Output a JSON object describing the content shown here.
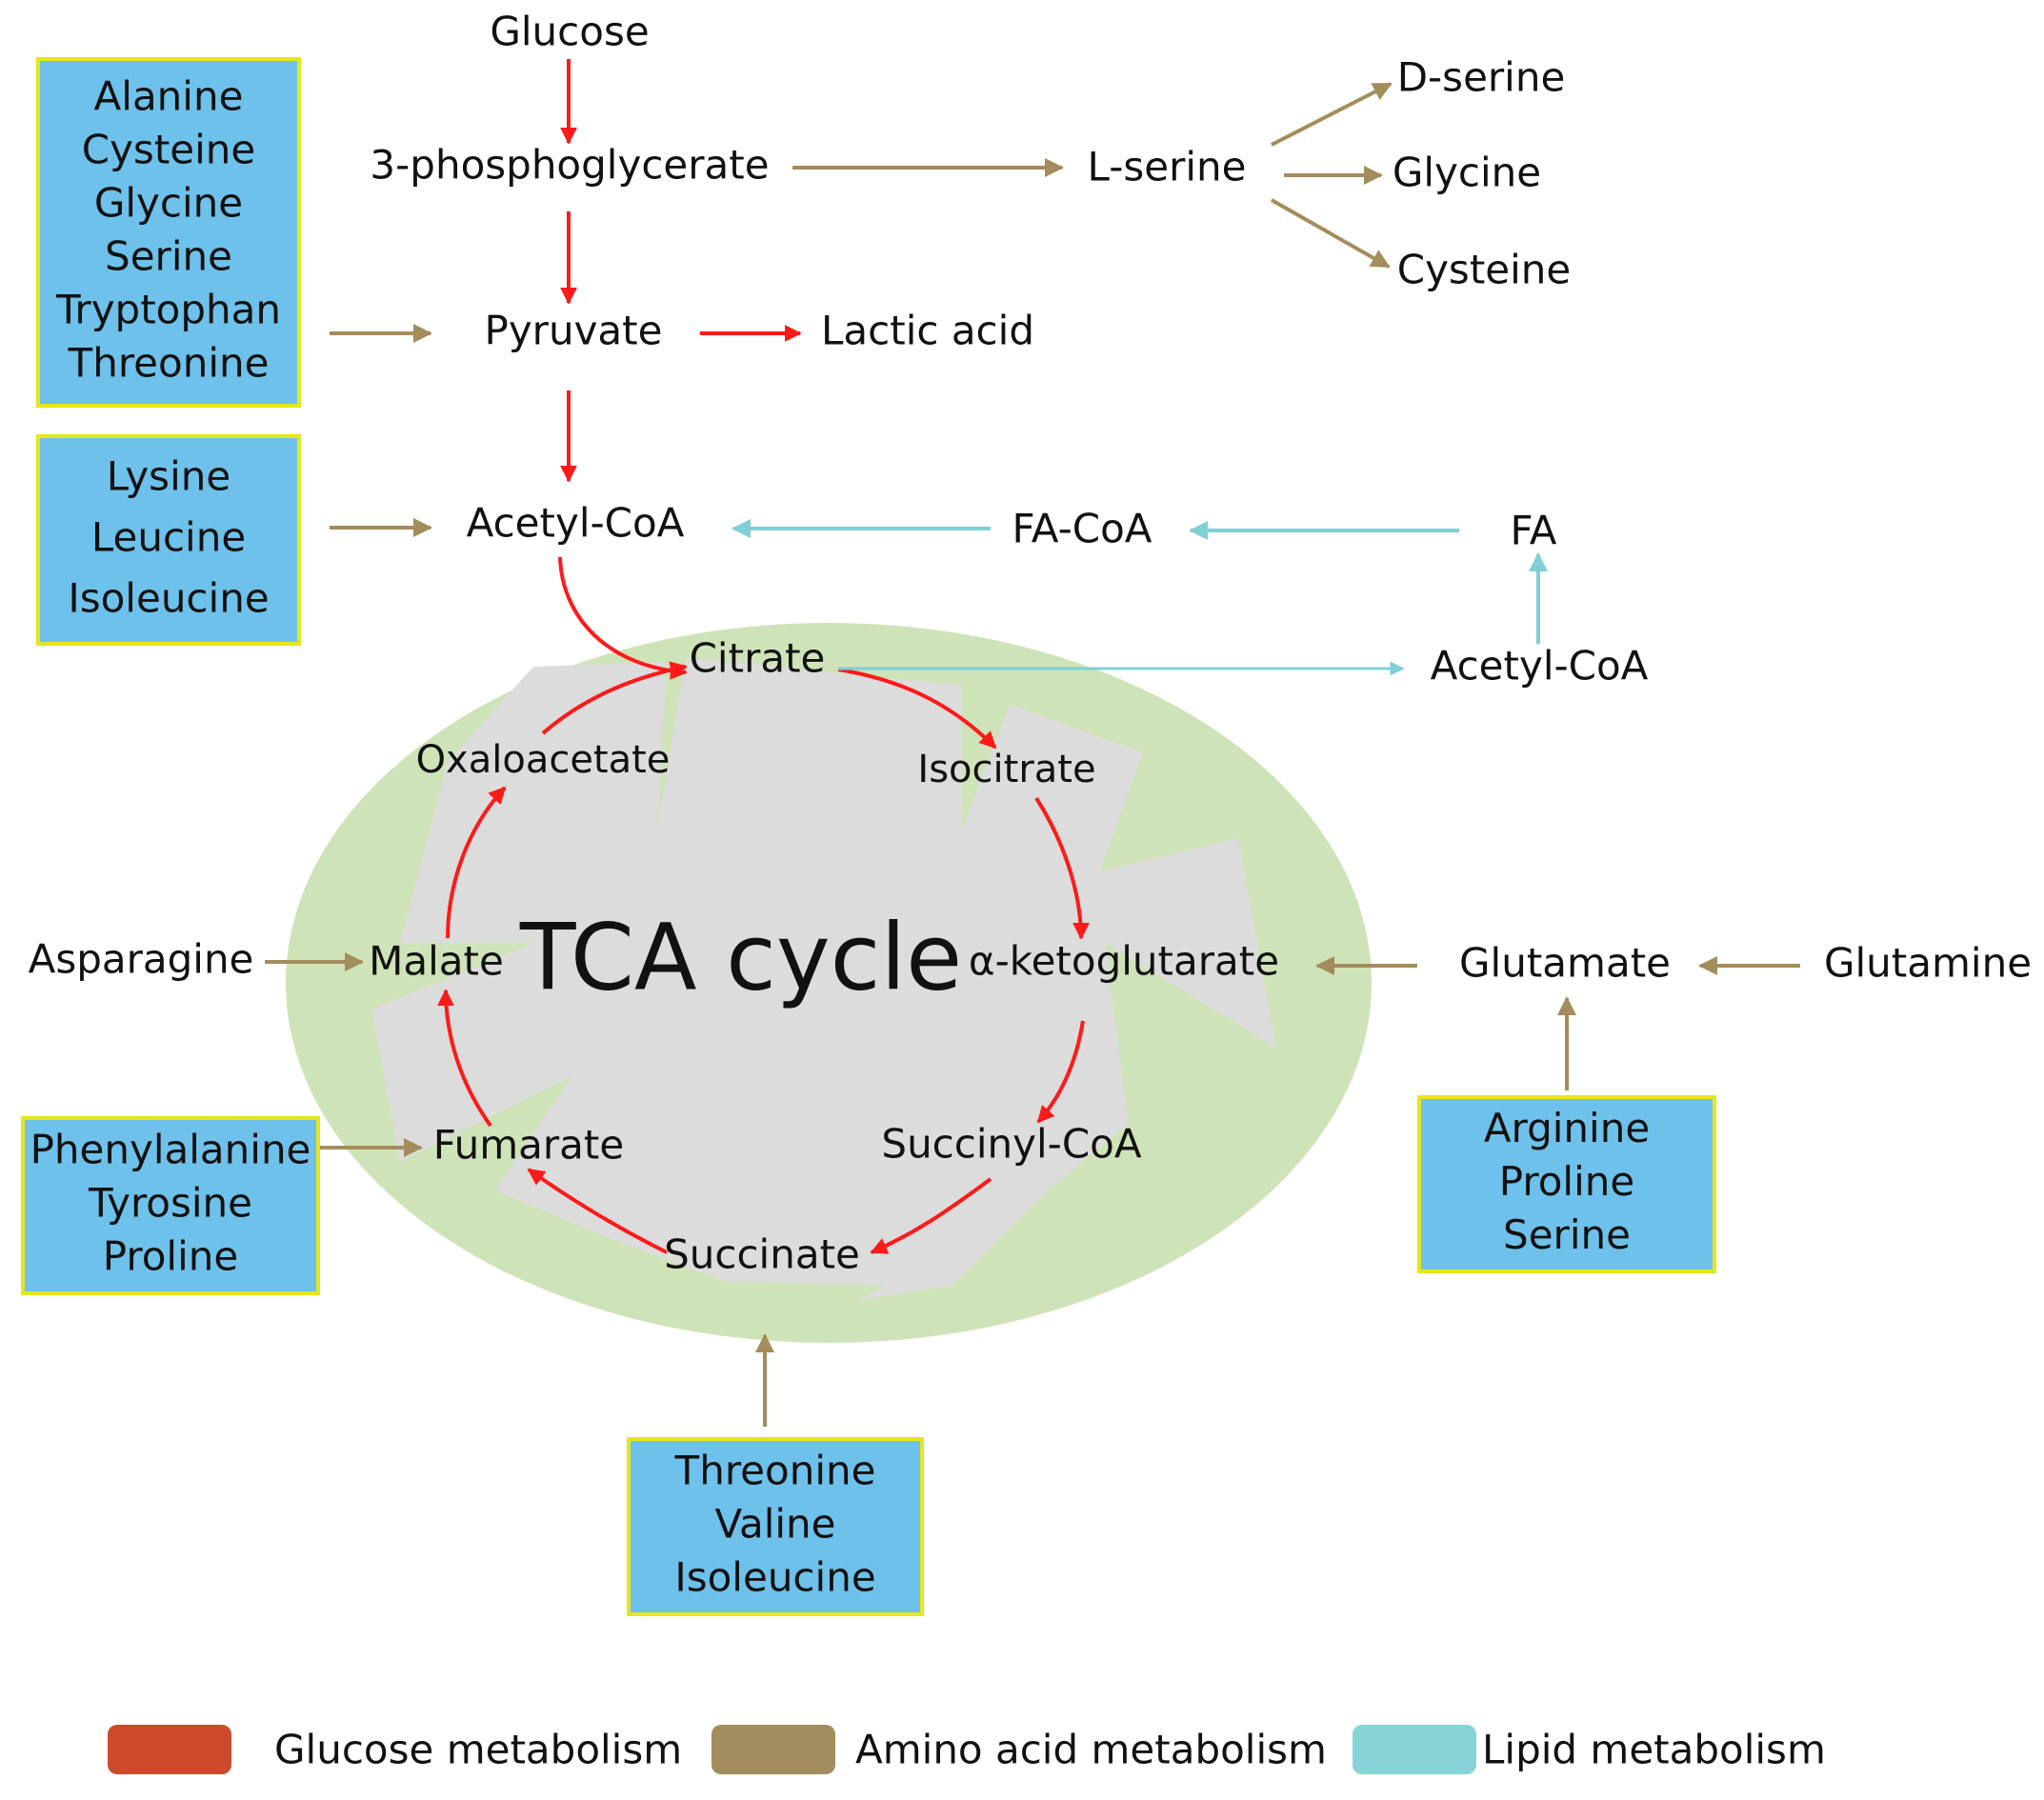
{
  "colors": {
    "glucose": "#ff1a1a",
    "amino": "#a38d5c",
    "lipid": "#7fcfd6",
    "box_fill": "#6ec1ea",
    "box_border": "#e6e61a",
    "ellipse": "#cfe3b8",
    "inner": "#dcdcdc",
    "legend_glucose": "#cc4b2c",
    "legend_amino": "#a38d5c",
    "legend_lipid": "#86d3d8"
  },
  "nodes": {
    "glucose": "Glucose",
    "pg3": "3-phosphoglycerate",
    "lserine": "L-serine",
    "dserine": "D-serine",
    "glycine": "Glycine",
    "cysteine": "Cysteine",
    "pyruvate": "Pyruvate",
    "lactic": "Lactic acid",
    "acetylcoa": "Acetyl-CoA",
    "facoa": "FA-CoA",
    "fa": "FA",
    "acetylcoa2": "Acetyl-CoA",
    "citrate": "Citrate",
    "isocitrate": "Isocitrate",
    "akg": "α-ketoglutarate",
    "succinylcoa": "Succinyl-CoA",
    "succinate": "Succinate",
    "fumarate": "Fumarate",
    "malate": "Malate",
    "oxaloacetate": "Oxaloacetate",
    "tca": "TCA cycle",
    "asparagine": "Asparagine",
    "glutamate": "Glutamate",
    "glutamine": "Glutamine"
  },
  "boxes": {
    "box1": [
      "Alanine",
      "Cysteine",
      "Glycine",
      "Serine",
      "Tryptophan",
      "Threonine"
    ],
    "box2": [
      "Lysine",
      "Leucine",
      "Isoleucine"
    ],
    "box3": [
      "Phenylalanine",
      "Tyrosine",
      "Proline"
    ],
    "box4": [
      "Threonine",
      "Valine",
      "Isoleucine"
    ],
    "box5": [
      "Arginine",
      "Proline",
      "Serine"
    ]
  },
  "legend": {
    "glucose": "Glucose metabolism",
    "amino": "Amino acid metabolism",
    "lipid": "Lipid metabolism"
  }
}
